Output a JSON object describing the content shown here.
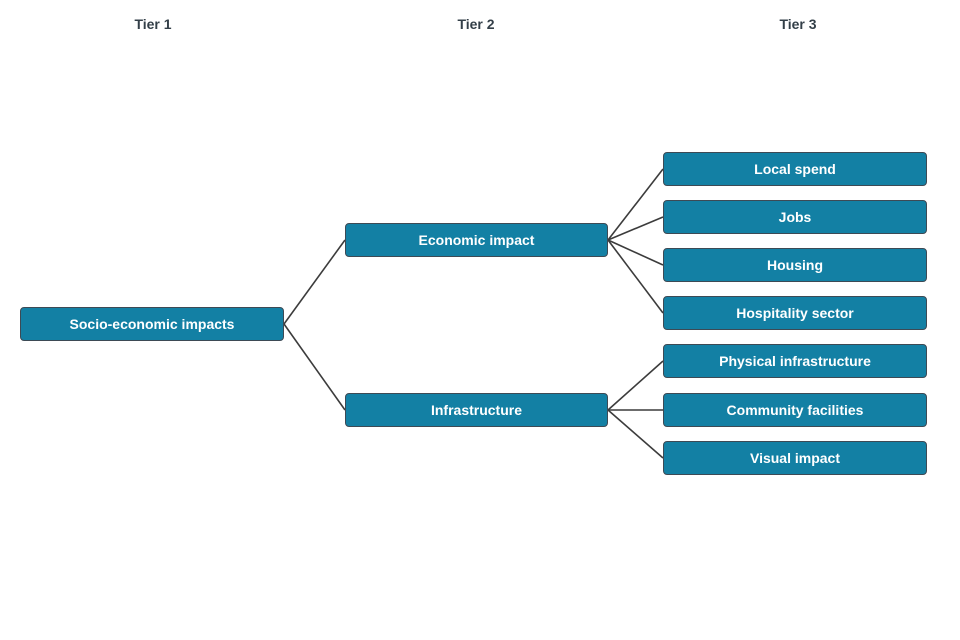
{
  "headers": {
    "tier1": "Tier 1",
    "tier2": "Tier 2",
    "tier3": "Tier 3"
  },
  "tier1": {
    "root": "Socio-economic impacts"
  },
  "tier2": {
    "economic": "Economic impact",
    "infrastructure": "Infrastructure"
  },
  "tier3": {
    "economic_children": [
      "Local spend",
      "Jobs",
      "Housing",
      "Hospitality sector"
    ],
    "infrastructure_children": [
      "Physical infrastructure",
      "Community facilities",
      "Visual impact"
    ]
  },
  "colors": {
    "node_fill": "#1380a4",
    "node_border": "#3d4a55",
    "connector": "#3c3c3c",
    "header_text": "#333f48"
  }
}
